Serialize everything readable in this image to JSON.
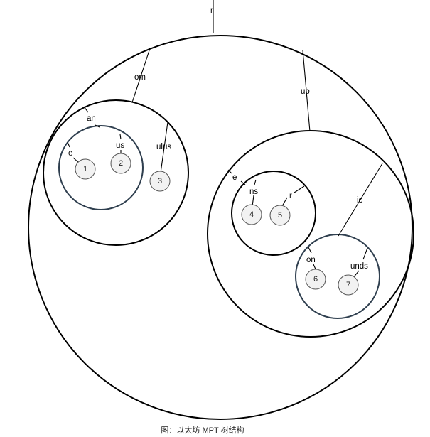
{
  "caption": "图：以太坊 MPT 树结构",
  "edge_labels": {
    "root": "r",
    "om": "om",
    "ub": "ub",
    "an": "an",
    "ulus": "ulus",
    "e1": "e",
    "us": "us",
    "e2": "e",
    "ns": "ns",
    "r": "r",
    "ic": "ic",
    "on": "on",
    "unds": "unds"
  },
  "leaves": {
    "l1": "1",
    "l2": "2",
    "l3": "3",
    "l4": "4",
    "l5": "5",
    "l6": "6",
    "l7": "7"
  }
}
